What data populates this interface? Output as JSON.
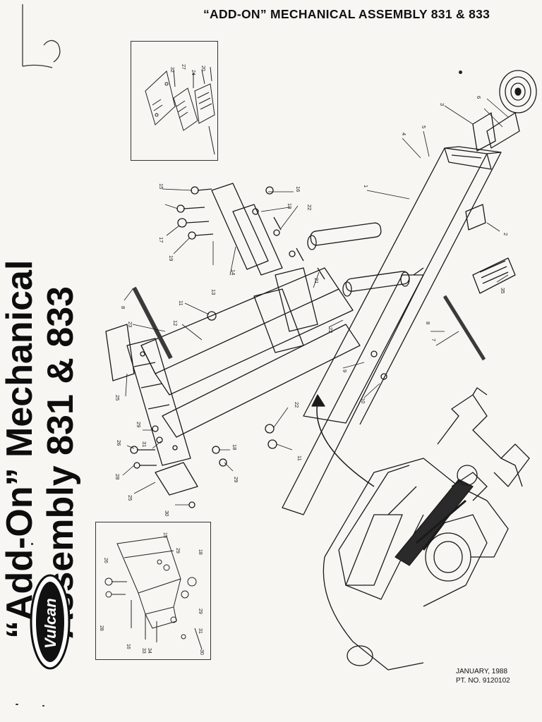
{
  "document": {
    "header_title": "“ADD-ON” MECHANICAL ASSEMBLY 831 & 833",
    "side_title_line1": "“Add-On” Mechanical",
    "side_title_line2": "Assembly 831 & 833",
    "logo_text": "Vulcan",
    "footer_date": "JANUARY, 1988",
    "footer_part_no": "PT. NO. 9120102"
  },
  "diagram": {
    "top_inset_callouts": [
      "32",
      "27",
      "24",
      "20"
    ],
    "bottom_inset_callouts": [
      "26",
      "15",
      "29",
      "18",
      "28",
      "16",
      "33",
      "34",
      "29",
      "31",
      "30"
    ],
    "main_callouts": [
      "6",
      "3",
      "5",
      "4",
      "1",
      "2",
      "35",
      "15",
      "16",
      "18",
      "22",
      "17",
      "19",
      "14",
      "13",
      "21",
      "11",
      "8",
      "23",
      "12",
      "22",
      "9",
      "10",
      "8",
      "7",
      "25",
      "29",
      "31",
      "26",
      "28",
      "18",
      "29",
      "25",
      "30",
      "22",
      "11"
    ]
  }
}
